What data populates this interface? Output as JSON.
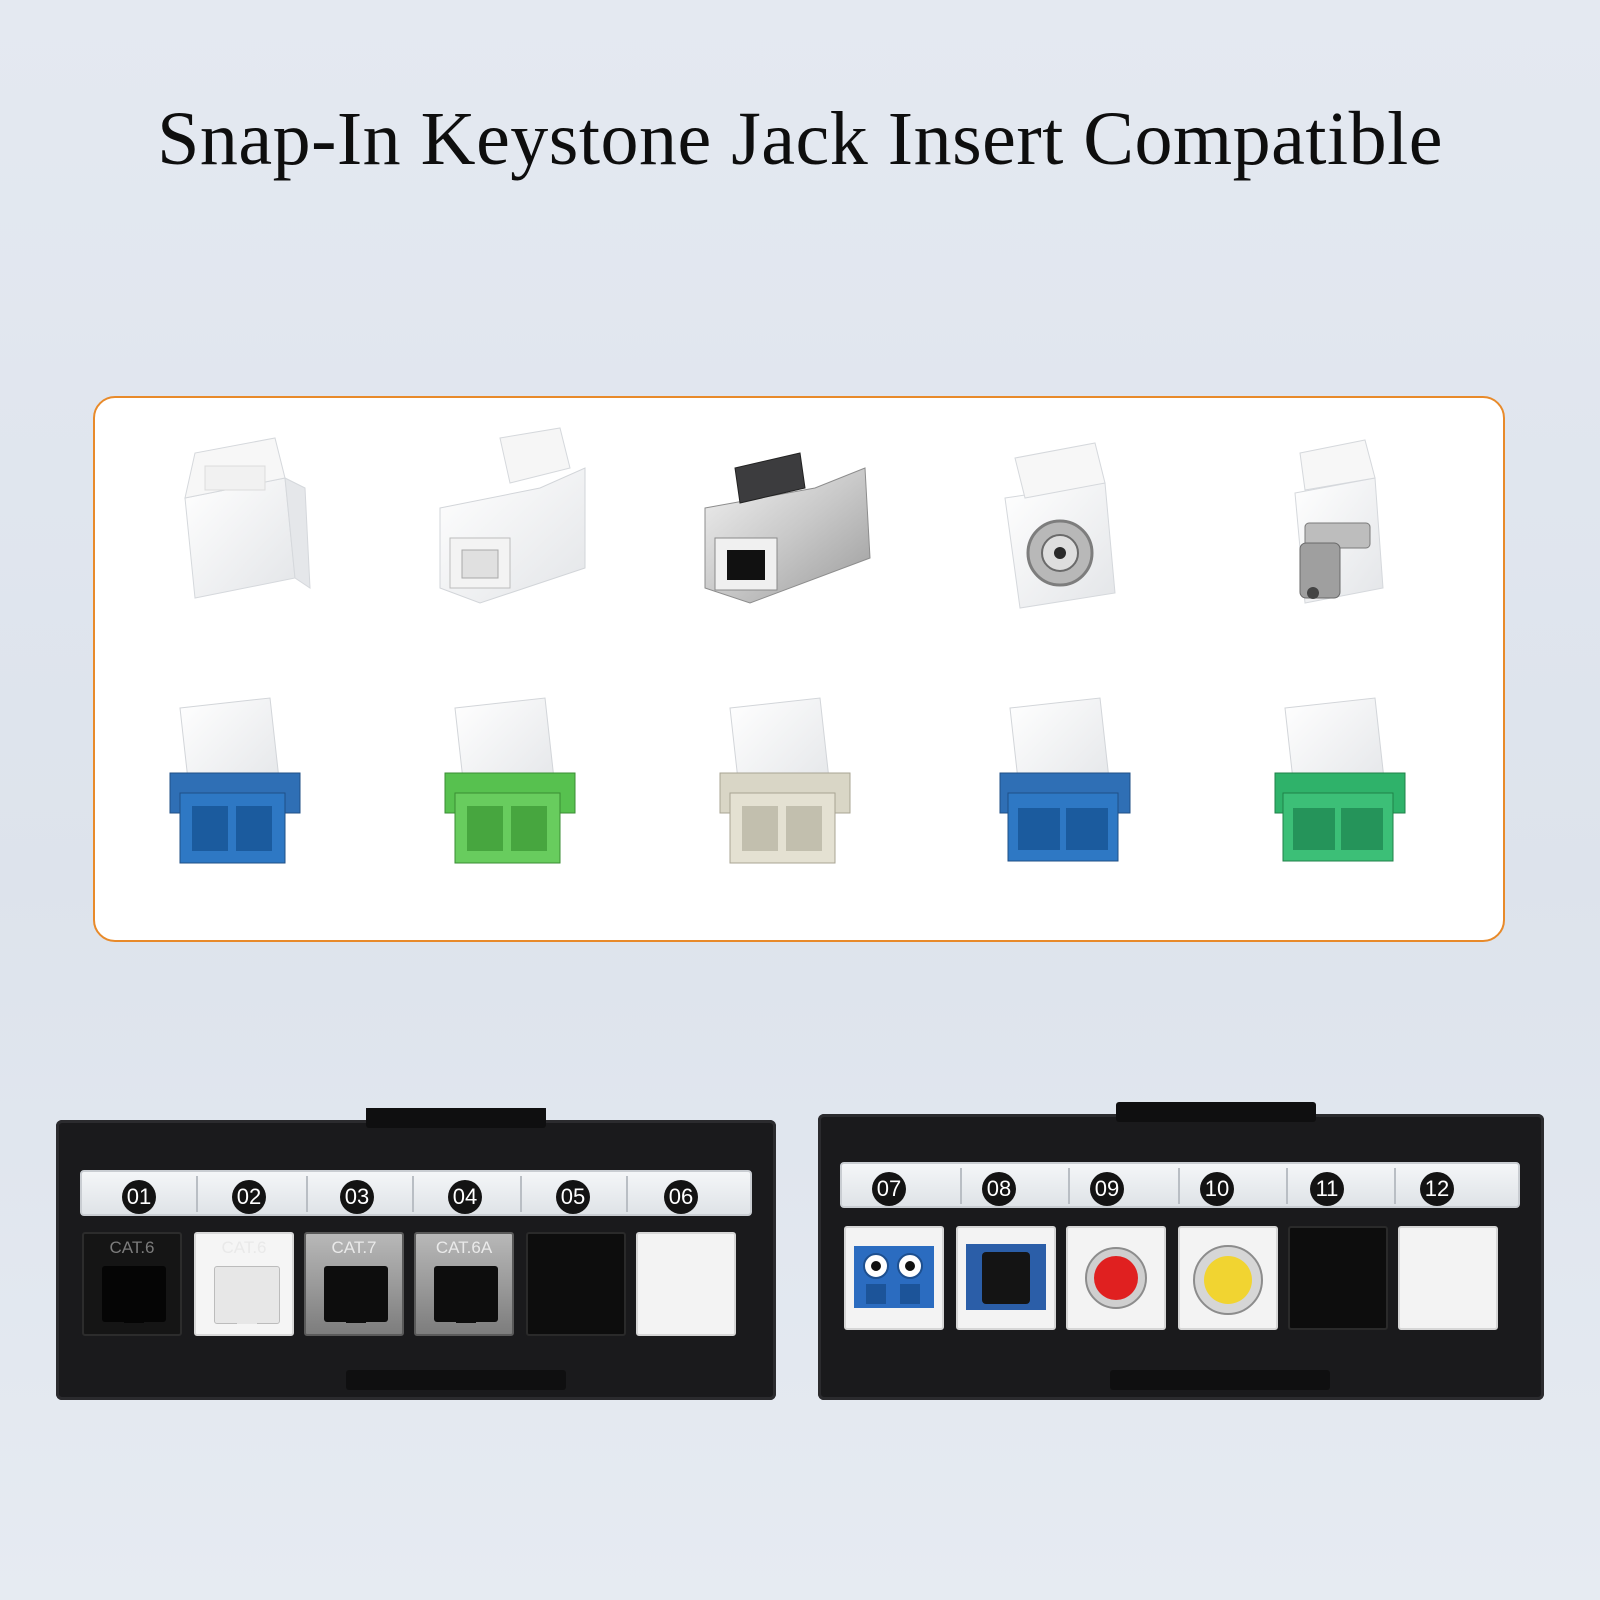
{
  "title": "Snap-In Keystone Jack Insert Compatible",
  "card": {
    "border_color": "#e88a2a",
    "top_row": [
      "blank-keystone-insert-white",
      "rj45-coupler-white",
      "rj45-coupler-shielded-cat6a",
      "f-type-keystone-white",
      "st-fiber-keystone-white"
    ],
    "bottom_row": [
      "sc-duplex-keystone-blue",
      "sc-duplex-keystone-green",
      "sc-duplex-keystone-beige",
      "lc-duplex-keystone-blue",
      "lc-duplex-keystone-green"
    ]
  },
  "panel_left": {
    "ports": [
      "01",
      "02",
      "03",
      "04",
      "05",
      "06"
    ],
    "slot_labels": [
      "CAT.6",
      "CAT.6",
      "CAT.7",
      "CAT.6A",
      "",
      ""
    ]
  },
  "panel_right": {
    "ports": [
      "07",
      "08",
      "09",
      "10",
      "11",
      "12"
    ]
  }
}
